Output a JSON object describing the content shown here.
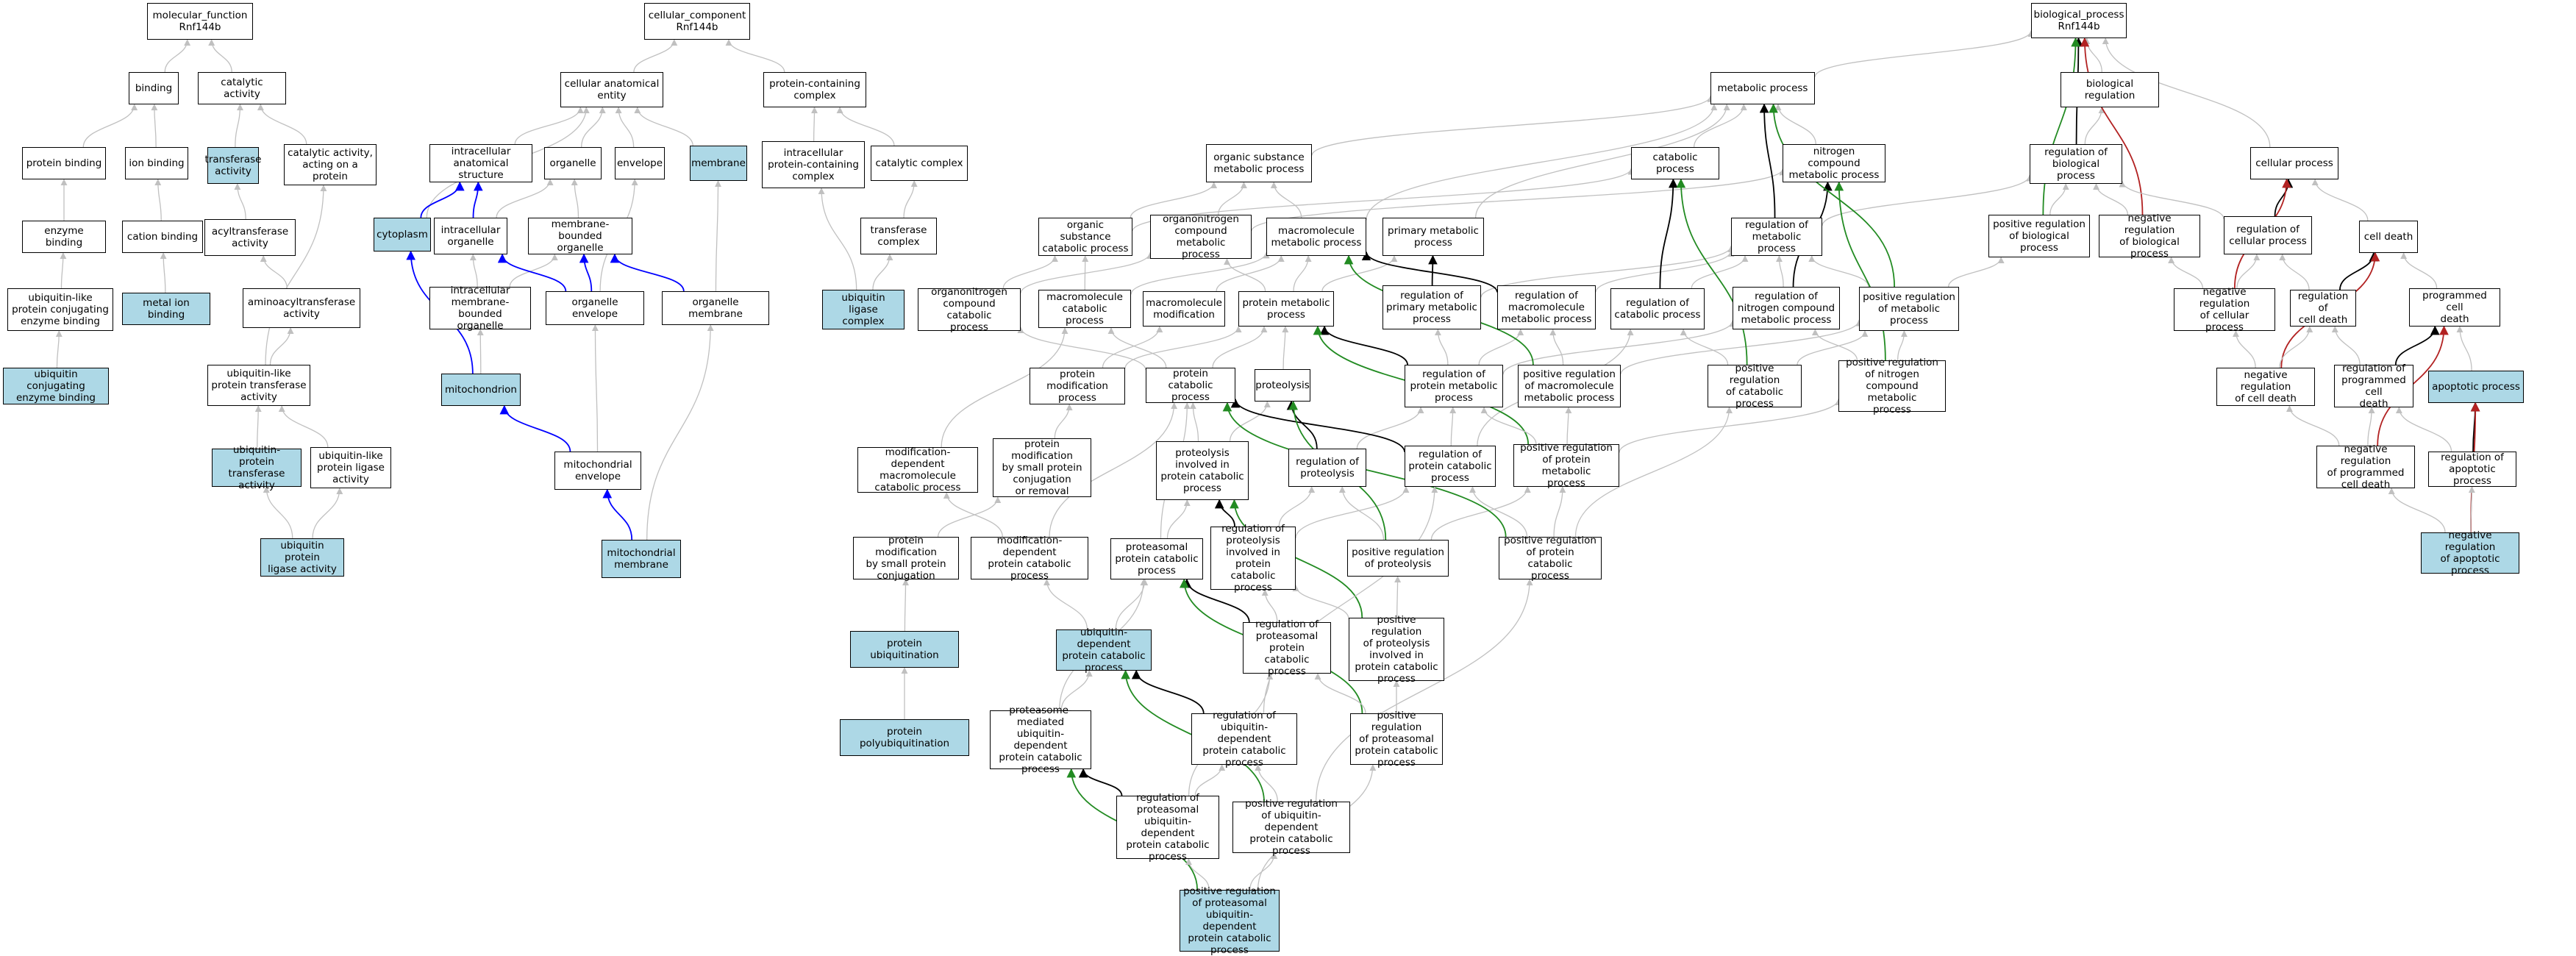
{
  "title": "GO term graph for Rnf144b",
  "colors": {
    "highlight": "#add8e6",
    "is_a": "#c0c0c0",
    "part_of": "#0000ff",
    "regulates": "#000000",
    "positively_regulates": "#228b22",
    "negatively_regulates": "#b22222"
  },
  "nodes": [
    {
      "id": "mf",
      "label": "molecular_function\nRnf144b",
      "hl": false
    },
    {
      "id": "binding",
      "label": "binding",
      "hl": false
    },
    {
      "id": "catact",
      "label": "catalytic activity",
      "hl": false
    },
    {
      "id": "protbind",
      "label": "protein binding",
      "hl": false
    },
    {
      "id": "ionbind",
      "label": "ion binding",
      "hl": false
    },
    {
      "id": "transfact",
      "label": "transferase\nactivity",
      "hl": true
    },
    {
      "id": "catprot",
      "label": "catalytic activity,\nacting on a\nprotein",
      "hl": false
    },
    {
      "id": "enzbind",
      "label": "enzyme binding",
      "hl": false
    },
    {
      "id": "cationbind",
      "label": "cation binding",
      "hl": false
    },
    {
      "id": "acyltr",
      "label": "acyltransferase\nactivity",
      "hl": false
    },
    {
      "id": "ublconjbind",
      "label": "ubiquitin-like\nprotein conjugating\nenzyme binding",
      "hl": false
    },
    {
      "id": "metalbind",
      "label": "metal ion binding",
      "hl": true
    },
    {
      "id": "aminoacyl",
      "label": "aminoacyltransferase\nactivity",
      "hl": false
    },
    {
      "id": "ubconjbind",
      "label": "ubiquitin conjugating\nenzyme binding",
      "hl": true
    },
    {
      "id": "ubltransf",
      "label": "ubiquitin-like\nprotein transferase\nactivity",
      "hl": false
    },
    {
      "id": "ubtransf",
      "label": "ubiquitin-protein\ntransferase\nactivity",
      "hl": true
    },
    {
      "id": "ublligase",
      "label": "ubiquitin-like\nprotein ligase\nactivity",
      "hl": false
    },
    {
      "id": "ubligase",
      "label": "ubiquitin protein\nligase activity",
      "hl": true
    },
    {
      "id": "cc",
      "label": "cellular_component\nRnf144b",
      "hl": false
    },
    {
      "id": "cae",
      "label": "cellular anatomical\nentity",
      "hl": false
    },
    {
      "id": "pcc",
      "label": "protein-containing\ncomplex",
      "hl": false
    },
    {
      "id": "ias",
      "label": "intracellular\nanatomical structure",
      "hl": false
    },
    {
      "id": "organelle",
      "label": "organelle",
      "hl": false
    },
    {
      "id": "envelope",
      "label": "envelope",
      "hl": false
    },
    {
      "id": "membrane",
      "label": "membrane",
      "hl": true
    },
    {
      "id": "ipcc",
      "label": "intracellular\nprotein-containing\ncomplex",
      "hl": false
    },
    {
      "id": "catcomplex",
      "label": "catalytic complex",
      "hl": false
    },
    {
      "id": "cytoplasm",
      "label": "cytoplasm",
      "hl": true
    },
    {
      "id": "intraorg",
      "label": "intracellular\norganelle",
      "hl": false
    },
    {
      "id": "mbo",
      "label": "membrane-bounded\norganelle",
      "hl": false
    },
    {
      "id": "transfcomplex",
      "label": "transferase\ncomplex",
      "hl": false
    },
    {
      "id": "imbo",
      "label": "intracellular\nmembrane-bounded\norganelle",
      "hl": false
    },
    {
      "id": "orgenv",
      "label": "organelle envelope",
      "hl": false
    },
    {
      "id": "orgmem",
      "label": "organelle membrane",
      "hl": false
    },
    {
      "id": "ublc",
      "label": "ubiquitin ligase\ncomplex",
      "hl": true
    },
    {
      "id": "mito",
      "label": "mitochondrion",
      "hl": true
    },
    {
      "id": "mitoenv",
      "label": "mitochondrial\nenvelope",
      "hl": false
    },
    {
      "id": "mitomem",
      "label": "mitochondrial\nmembrane",
      "hl": true
    },
    {
      "id": "metab",
      "label": "metabolic process",
      "hl": false
    },
    {
      "id": "osmp",
      "label": "organic substance\nmetabolic process",
      "hl": false
    },
    {
      "id": "catabolic",
      "label": "catabolic process",
      "hl": false
    },
    {
      "id": "ncmp",
      "label": "nitrogen compound\nmetabolic process",
      "hl": false
    },
    {
      "id": "oscp",
      "label": "organic substance\ncatabolic process",
      "hl": false
    },
    {
      "id": "oncmp",
      "label": "organonitrogen\ncompound metabolic\nprocess",
      "hl": false
    },
    {
      "id": "mmp",
      "label": "macromolecule\nmetabolic process",
      "hl": false
    },
    {
      "id": "pmp",
      "label": "primary metabolic\nprocess",
      "hl": false
    },
    {
      "id": "regmp",
      "label": "regulation of\nmetabolic process",
      "hl": false
    },
    {
      "id": "onccp",
      "label": "organonitrogen\ncompound catabolic\nprocess",
      "hl": false
    },
    {
      "id": "mcp",
      "label": "macromolecule\ncatabolic process",
      "hl": false
    },
    {
      "id": "mmod",
      "label": "macromolecule\nmodification",
      "hl": false
    },
    {
      "id": "protmp",
      "label": "protein metabolic\nprocess",
      "hl": false
    },
    {
      "id": "regpmp",
      "label": "regulation of\nprimary metabolic\nprocess",
      "hl": false
    },
    {
      "id": "regmmp",
      "label": "regulation of\nmacromolecule\nmetabolic process",
      "hl": false
    },
    {
      "id": "regcat",
      "label": "regulation of\ncatabolic process",
      "hl": false
    },
    {
      "id": "regncmp",
      "label": "regulation of\nnitrogen compound\nmetabolic process",
      "hl": false
    },
    {
      "id": "posregmp",
      "label": "positive regulation\nof metabolic\nprocess",
      "hl": false
    },
    {
      "id": "protmodp",
      "label": "protein modification\nprocess",
      "hl": false
    },
    {
      "id": "protcat",
      "label": "protein catabolic\nprocess",
      "hl": false
    },
    {
      "id": "proteolysis",
      "label": "proteolysis",
      "hl": false
    },
    {
      "id": "regprotmp",
      "label": "regulation of\nprotein metabolic\nprocess",
      "hl": false
    },
    {
      "id": "posregmmp",
      "label": "positive regulation\nof macromolecule\nmetabolic process",
      "hl": false
    },
    {
      "id": "posregcat",
      "label": "positive regulation\nof catabolic\nprocess",
      "hl": false
    },
    {
      "id": "posregncmp",
      "label": "positive regulation\nof nitrogen\ncompound metabolic\nprocess",
      "hl": false
    },
    {
      "id": "mdmcp",
      "label": "modification-dependent\nmacromolecule\ncatabolic process",
      "hl": false
    },
    {
      "id": "pmsp",
      "label": "protein modification\nby small protein\nconjugation\nor removal",
      "hl": false
    },
    {
      "id": "pipcp",
      "label": "proteolysis\ninvolved in\nprotein catabolic\nprocess",
      "hl": false
    },
    {
      "id": "regproteolysis",
      "label": "regulation of\nproteolysis",
      "hl": false
    },
    {
      "id": "regpcp",
      "label": "regulation of\nprotein catabolic\nprocess",
      "hl": false
    },
    {
      "id": "posregpmp",
      "label": "positive regulation\nof protein metabolic\nprocess",
      "hl": false
    },
    {
      "id": "pmspc",
      "label": "protein modification\nby small protein\nconjugation",
      "hl": false
    },
    {
      "id": "mdpcp",
      "label": "modification-dependent\nprotein catabolic\nprocess",
      "hl": false
    },
    {
      "id": "ppcp",
      "label": "proteasomal\nprotein catabolic\nprocess",
      "hl": false
    },
    {
      "id": "regpipcp",
      "label": "regulation of\nproteolysis\ninvolved in\nprotein catabolic\nprocess",
      "hl": false
    },
    {
      "id": "posregproteolysis",
      "label": "positive regulation\nof proteolysis",
      "hl": false
    },
    {
      "id": "posregpcp",
      "label": "positive regulation\nof protein catabolic\nprocess",
      "hl": false
    },
    {
      "id": "protubiq",
      "label": "protein ubiquitination",
      "hl": true
    },
    {
      "id": "udpcp",
      "label": "ubiquitin-dependent\nprotein catabolic\nprocess",
      "hl": true
    },
    {
      "id": "regppcp",
      "label": "regulation of\nproteasomal\nprotein catabolic\nprocess",
      "hl": false
    },
    {
      "id": "posregpipcp",
      "label": "positive regulation\nof proteolysis\ninvolved in\nprotein catabolic\nprocess",
      "hl": false
    },
    {
      "id": "protpolyubiq",
      "label": "protein polyubiquitination",
      "hl": true
    },
    {
      "id": "pmudpcp",
      "label": "proteasome-mediated\nubiquitin-dependent\nprotein catabolic\nprocess",
      "hl": false
    },
    {
      "id": "regudpcp",
      "label": "regulation of\nubiquitin-dependent\nprotein catabolic\nprocess",
      "hl": false
    },
    {
      "id": "posregppcp",
      "label": "positive regulation\nof proteasomal\nprotein catabolic\nprocess",
      "hl": false
    },
    {
      "id": "regpmudpcp",
      "label": "regulation of\nproteasomal\nubiquitin-dependent\nprotein catabolic\nprocess",
      "hl": false
    },
    {
      "id": "posregudpcp",
      "label": "positive regulation\nof ubiquitin-dependent\nprotein catabolic\nprocess",
      "hl": false
    },
    {
      "id": "posregpmudpcp",
      "label": "positive regulation\nof proteasomal\nubiquitin-dependent\nprotein catabolic\nprocess",
      "hl": true
    },
    {
      "id": "bp",
      "label": "biological_process\nRnf144b",
      "hl": false
    },
    {
      "id": "bioreg",
      "label": "biological regulation",
      "hl": false
    },
    {
      "id": "regbp",
      "label": "regulation of\nbiological process",
      "hl": false
    },
    {
      "id": "cellproc",
      "label": "cellular process",
      "hl": false
    },
    {
      "id": "posregbp",
      "label": "positive regulation\nof biological\nprocess",
      "hl": false
    },
    {
      "id": "negregbp",
      "label": "negative regulation\nof biological\nprocess",
      "hl": false
    },
    {
      "id": "regcp",
      "label": "regulation of\ncellular process",
      "hl": false
    },
    {
      "id": "celldeath",
      "label": "cell death",
      "hl": false
    },
    {
      "id": "negregcp",
      "label": "negative regulation\nof cellular\nprocess",
      "hl": false
    },
    {
      "id": "regcd",
      "label": "regulation of\ncell death",
      "hl": false
    },
    {
      "id": "pcd",
      "label": "programmed cell\ndeath",
      "hl": false
    },
    {
      "id": "negregcd",
      "label": "negative regulation\nof cell death",
      "hl": false
    },
    {
      "id": "regpcd",
      "label": "regulation of\nprogrammed cell\ndeath",
      "hl": false
    },
    {
      "id": "apoptotic",
      "label": "apoptotic process",
      "hl": true
    },
    {
      "id": "negregpcd",
      "label": "negative regulation\nof programmed\ncell death",
      "hl": false
    },
    {
      "id": "regap",
      "label": "regulation of\napoptotic process",
      "hl": false
    },
    {
      "id": "negregap",
      "label": "negative regulation\nof apoptotic\nprocess",
      "hl": true
    }
  ]
}
